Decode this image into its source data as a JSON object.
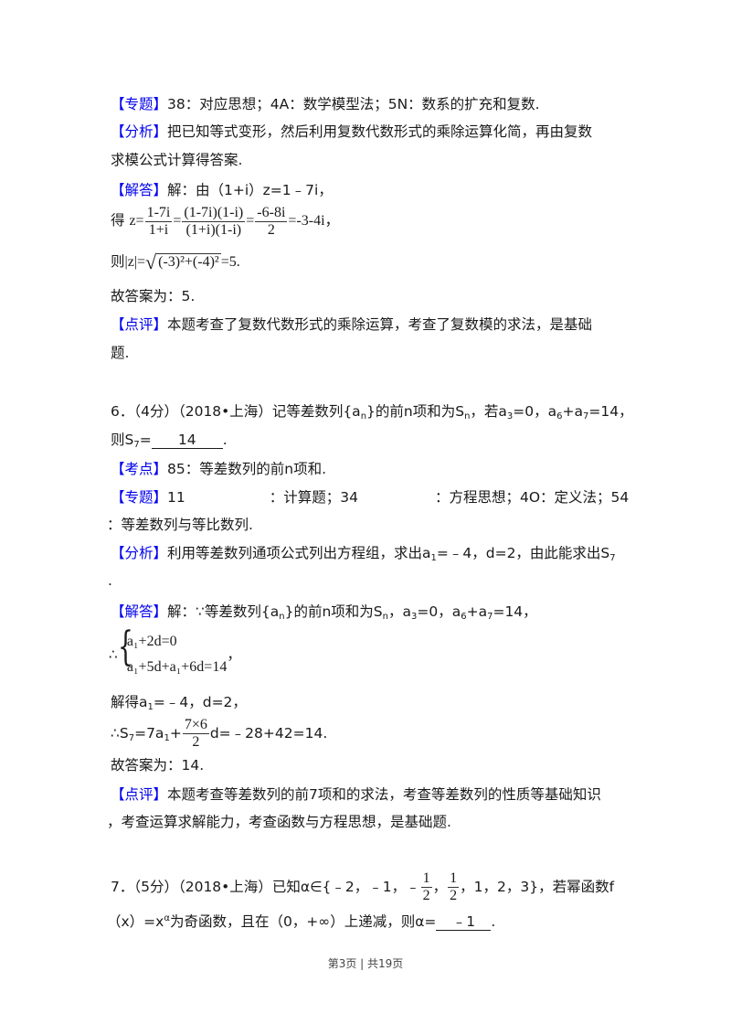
{
  "q5": {
    "zhuanti": {
      "tag": "【专题】",
      "text": "38：对应思想；4A：数学模型法；5N：数系的扩充和复数."
    },
    "fenxi": {
      "tag": "【分析】",
      "line1": "把已知等式变形，然后利用复数代数形式的乘除运算化简，再由复数",
      "line2": "求模公式计算得答案."
    },
    "jieda": {
      "tag": "【解答】",
      "line1": "解：由（1+i）z=1﹣7i，",
      "prefix2": "得",
      "z_eq": "z=",
      "f1_num": "1-7i",
      "f1_den": "1+i",
      "f2_num": "(1-7i)(1-i)",
      "f2_den": "(1+i)(1-i)",
      "f3_num": "-6-8i",
      "f3_den": "2",
      "result2": "=-3-4i，",
      "prefix3": "则",
      "abs_z": "|z|=",
      "sqrt_content": "(-3)²+(-4)²",
      "result3": "=5."
    },
    "answer": "故答案为：5.",
    "dianping": {
      "tag": "【点评】",
      "line1": "本题考查了复数代数形式的乘除运算，考查了复数模的求法，是基础",
      "line2": "题."
    }
  },
  "q6": {
    "stem_line1_a": "6．（4分）（2018•上海）记等差数列{a",
    "stem_line1_b": "}的前n项和为S",
    "stem_line1_c": "，若a",
    "stem_line1_d": "=0，a",
    "stem_line1_e": "+a",
    "stem_line1_f": "=14，",
    "stem_line2_a": "则S",
    "stem_line2_b": "=",
    "answer_blank": "14",
    "stem_line2_end": ".",
    "kaodian": {
      "tag": "【考点】",
      "text": "85：等差数列的前n项和."
    },
    "zhuanti": {
      "tag": "【专题】",
      "p1": "11",
      "p2": "：计算题；34",
      "p3": "：方程思想；4O：定义法；54",
      "line2": "：等差数列与等比数列."
    },
    "fenxi": {
      "tag": "【分析】",
      "a": "利用等差数列通项公式列出方程组，求出a",
      "b": "=﹣4，d=2，由此能求出S",
      "line2": "."
    },
    "jieda": {
      "tag": "【解答】",
      "line1_a": "解：∵等差数列{a",
      "line1_b": "}的前n项和为S",
      "line1_c": "，a",
      "line1_d": "=0，a",
      "line1_e": "+a",
      "line1_f": "=14，",
      "therefore": "∴",
      "eq1": "a₁+2d=0",
      "eq2": "a₁+5d+a₁+6d=14",
      "eq_tail": "，",
      "solve_a": "解得a",
      "solve_b": "=﹣4，d=2，",
      "s7_a": "∴S",
      "s7_b": "=7a",
      "s7_c": "+",
      "frac_num": "7×6",
      "frac_den": "2",
      "s7_d": "d=﹣28+42=14."
    },
    "answer": "故答案为：14.",
    "dianping": {
      "tag": "【点评】",
      "line1": "本题考查等差数列的前7项和的求法，考查等差数列的性质等基础知识",
      "line2": "，考查运算求解能力，考查函数与方程思想，是基础题."
    }
  },
  "q7": {
    "line1_a": "7．（5分）（2018•上海）已知α∈{﹣2，﹣1，﹣",
    "half_num": "1",
    "half_den": "2",
    "sep": "，",
    "line1_b": "，1，2，3}，若幂函数f",
    "line2_a": "（x）=x",
    "line2_sup": "α",
    "line2_b": "为奇函数，且在（0，+∞）上递减，则α=",
    "answer_blank": "﹣1",
    "line2_end": "."
  },
  "footer": {
    "text": "第3页 | 共19页"
  }
}
